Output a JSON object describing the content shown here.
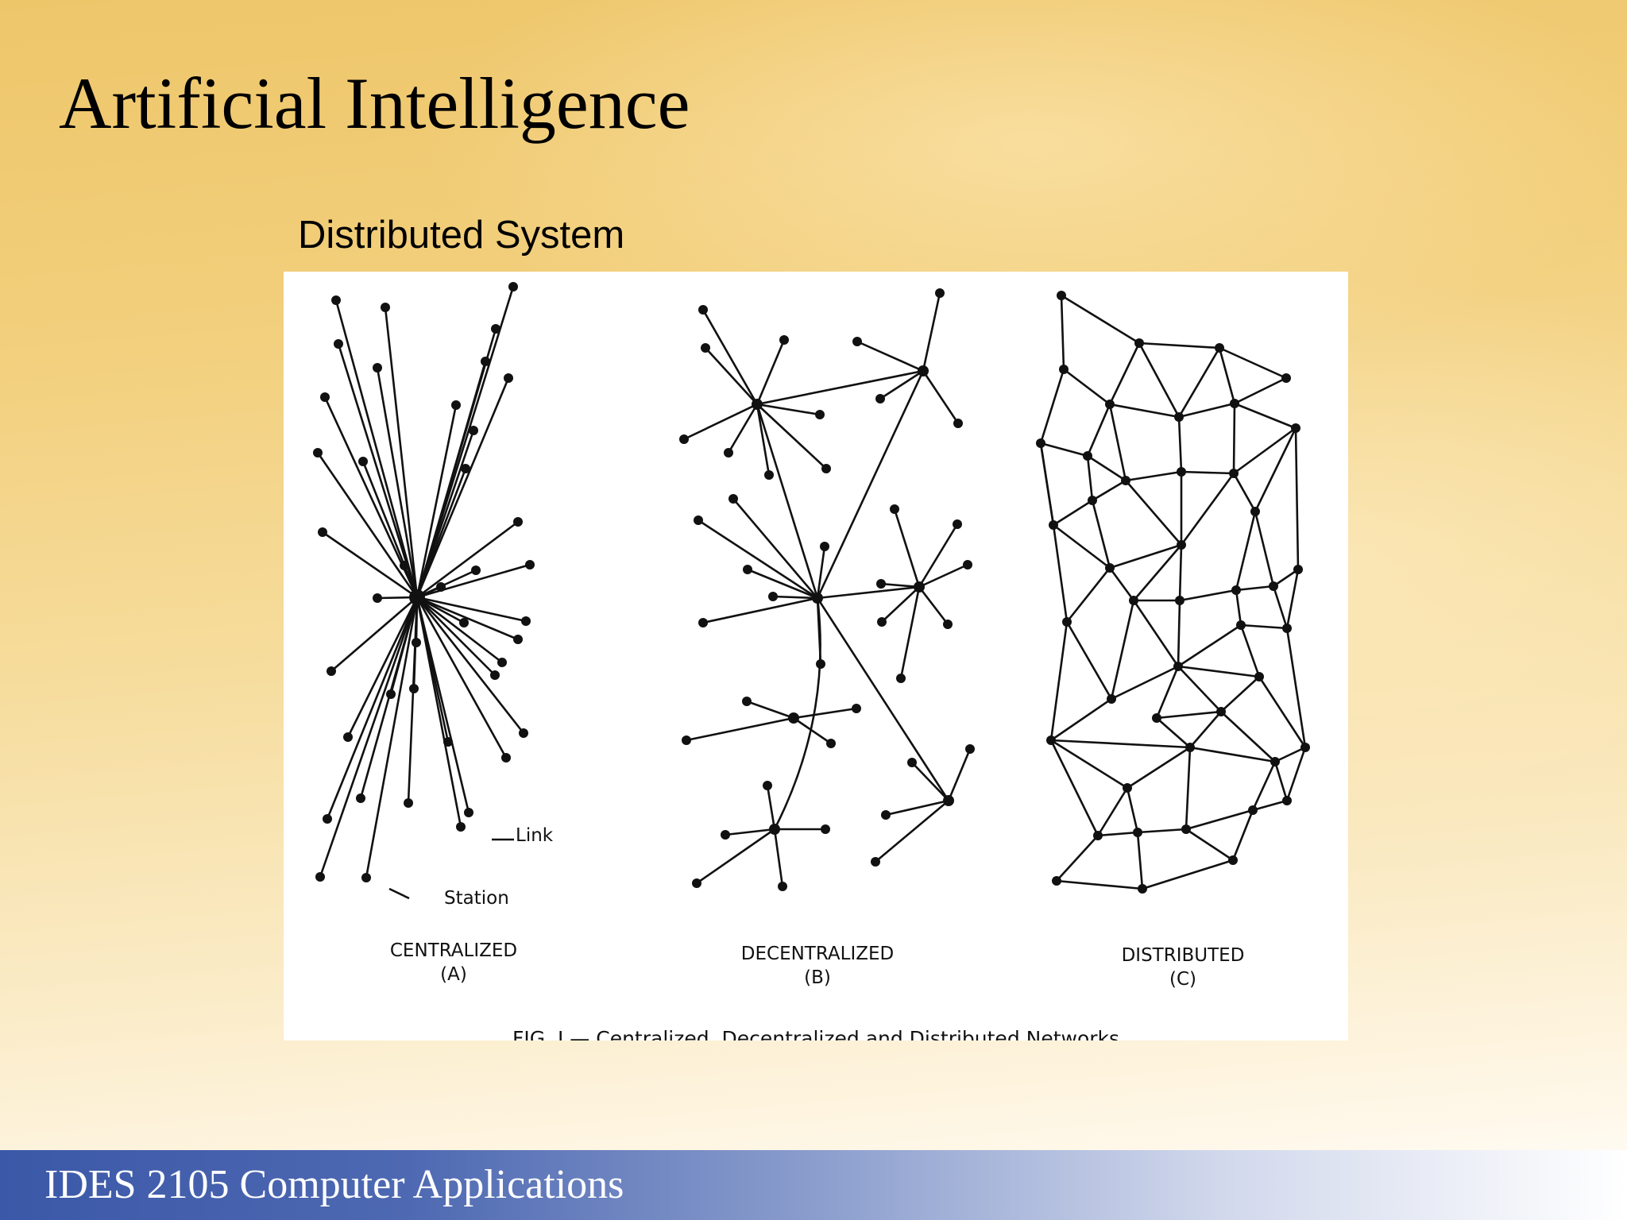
{
  "slide": {
    "title": "Artificial Intelligence",
    "subtitle": "Distributed System",
    "footer": "IDES 2105 Computer Applications"
  },
  "figure": {
    "diagrams": [
      {
        "id": "a",
        "label": "CENTRALIZED",
        "sub": "(A)"
      },
      {
        "id": "b",
        "label": "DECENTRALIZED",
        "sub": "(B)"
      },
      {
        "id": "c",
        "label": "DISTRIBUTED",
        "sub": "(C)"
      }
    ],
    "annotations": {
      "link": "Link",
      "station": "Station"
    },
    "caption": "FIG. I — Centralized, Decentralized and Distributed Networks"
  },
  "colors": {
    "footer_band": "#4e69b2",
    "ink": "#111111"
  }
}
